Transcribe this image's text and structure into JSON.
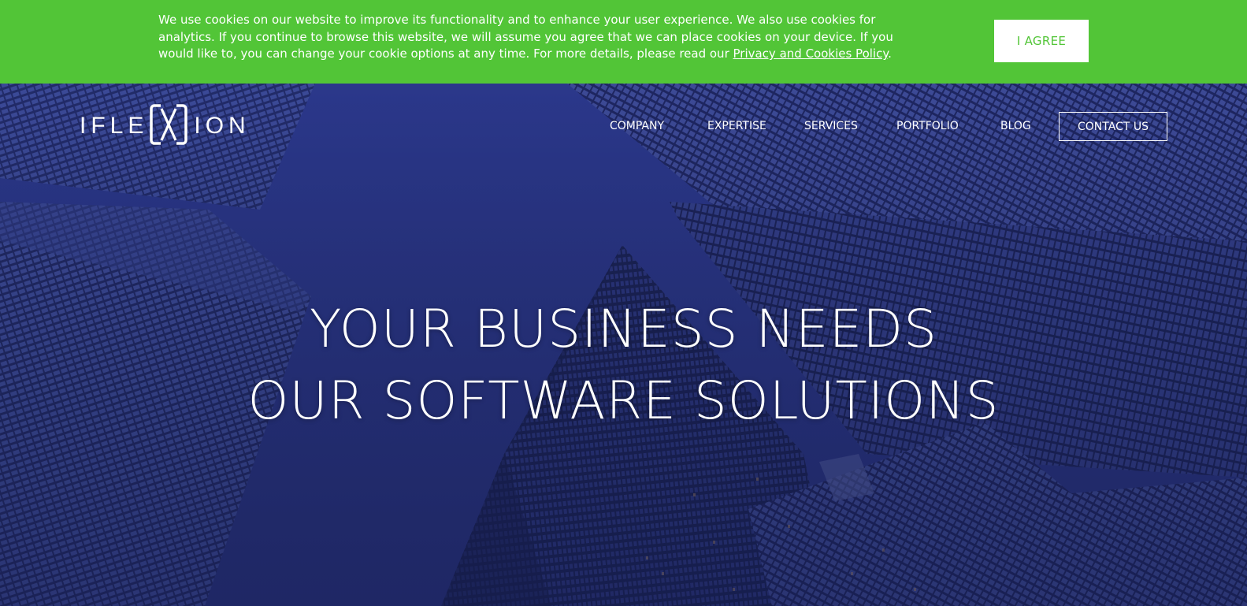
{
  "cookie_banner": {
    "text": "We use cookies on our website to improve its functionality and to enhance your user experience. We also use cookies for analytics. If you continue to browse this website, we will assume you agree that we can place cookies on your device. If you would like to, you can change your cookie options at any time. For more details, please read our ",
    "link_text": "Privacy and Cookies Policy",
    "after_link": ".",
    "agree_label": "I AGREE",
    "bg_color": "#52c537"
  },
  "header": {
    "logo": {
      "left": "IFLE",
      "right": "ION",
      "mark_icon": "x-bracket-logo-icon"
    },
    "nav": [
      {
        "label": "COMPANY"
      },
      {
        "label": "EXPERTISE"
      },
      {
        "label": "SERVICES"
      },
      {
        "label": "PORTFOLIO"
      },
      {
        "label": "BLOG"
      }
    ],
    "contact_label": "CONTACT US"
  },
  "hero": {
    "line1": "YOUR BUSINESS NEEDS",
    "line2": "OUR SOFTWARE SOLUTIONS",
    "background": "skyscrapers-looking-up"
  }
}
